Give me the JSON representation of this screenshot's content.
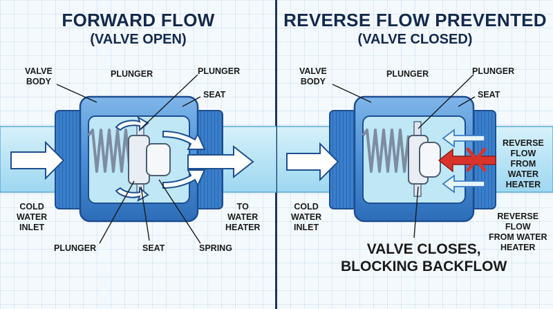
{
  "left": {
    "title": "FORWARD FLOW",
    "subtitle": "(VALVE OPEN)",
    "labels": {
      "valve_body": "VALVE\nBODY",
      "plunger_top": "PLUNGER",
      "plunger_top_right": "PLUNGER",
      "seat_top": "SEAT",
      "cold_water_inlet": "COLD\nWATER\nINLET",
      "plunger_bottom": "PLUNGER",
      "seat_bottom": "SEAT",
      "spring": "SPRING",
      "to_water_heater": "TO\nWATER\nHEATER"
    }
  },
  "right": {
    "title": "REVERSE FLOW PREVENTED",
    "subtitle": "(VALVE CLOSED)",
    "labels": {
      "valve_body": "VALVE\nBODY",
      "plunger_top": "PLUNGER",
      "plunger_top_right": "PLUNGER",
      "seat_top": "SEAT",
      "reverse_flow_from_water_heater": "REVERSE\nFLOW\nFROM\nWATER\nHEATER",
      "cold_water_inlet": "COLD\nWATER\nINLET",
      "reverse_flow_bottom": "REVERSE\nFLOW\nFROM WATER\nHEATER",
      "valve_closes": "VALVE CLOSES,\nBLOCKING BACKFLOW"
    }
  },
  "colors": {
    "title": "#13294b",
    "pipe_fill": "#bfe7f5",
    "body_blue": "#4a8fd6",
    "body_dark": "#2d6db8",
    "arrow_white": "#ffffff",
    "arrow_red": "#d9342b"
  }
}
